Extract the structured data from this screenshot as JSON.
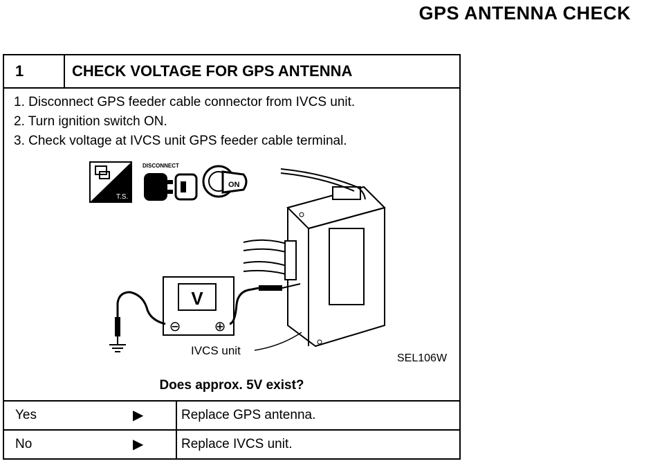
{
  "page": {
    "title": "GPS ANTENNA CHECK"
  },
  "step": {
    "number": "1",
    "title": "CHECK VOLTAGE FOR GPS ANTENNA",
    "instructions": [
      "1.  Disconnect GPS feeder cable connector from IVCS unit.",
      "2.  Turn ignition switch ON.",
      "3.  Check voltage at IVCS unit GPS feeder cable terminal."
    ],
    "figure": {
      "icons": [
        "test-station-icon",
        "disconnect-connector-icon",
        "ignition-key-on-icon"
      ],
      "icon_labels": {
        "ts": "T.S.",
        "disconnect": "DISCONNECT",
        "on": "ON"
      },
      "meter_label": "V",
      "meter_neg": "⊖",
      "meter_pos": "⊕",
      "unit_label": "IVCS unit",
      "figure_code": "SEL106W"
    },
    "question": "Does approx. 5V exist?",
    "answers": [
      {
        "label": "Yes",
        "arrow": "▶",
        "result": "Replace GPS antenna."
      },
      {
        "label": "No",
        "arrow": "▶",
        "result": "Replace IVCS unit."
      }
    ]
  }
}
